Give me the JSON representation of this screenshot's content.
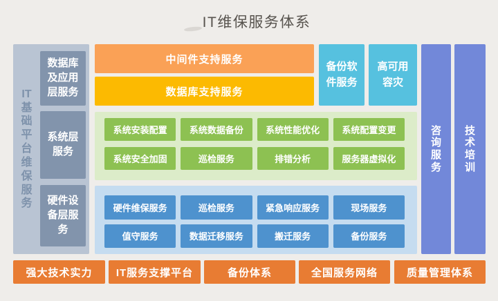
{
  "title": "IT维保服务体系",
  "sidebar": {
    "label": "IT基础平台维保服务",
    "boxes": [
      "数据库及应用层服务",
      "系统层服务",
      "硬件设备层服务"
    ]
  },
  "support_band": {
    "middleware": "中间件支持服务",
    "database": "数据库支持服务",
    "backup_software": "备份软件服务",
    "high_availability": "高可用容灾"
  },
  "system_services": [
    "系统安装配置",
    "系统数据备份",
    "系统性能优化",
    "系统配置变更",
    "系统安全加固",
    "巡检服务",
    "排错分析",
    "服务器虚拟化"
  ],
  "hardware_services": [
    "硬件维保服务",
    "巡检服务",
    "紧急响应服务",
    "现场服务",
    "值守服务",
    "数据迁移服务",
    "搬迁服务",
    "备份服务"
  ],
  "right_columns": [
    "咨询服务",
    "技术培训"
  ],
  "foundation_row": [
    "强大技术实力",
    "IT服务支撑平台",
    "备份体系",
    "全国服务网络",
    "质量管理体系"
  ],
  "colors": {
    "background": "#efedea",
    "title_text": "#57534e",
    "sidebar_panel": "#b9c4d3",
    "sidebar_box": "#8294ac",
    "sidebar_label_text": "#7e92ab",
    "middleware_orange": "#faa156",
    "database_yellow": "#fcba01",
    "cyan_box": "#56c1df",
    "green_section_bg": "#dcecc9",
    "green_box": "#8dc152",
    "blue_section_bg": "#c5dcf0",
    "blue_box": "#4e92ce",
    "purple_column": "#7288d9",
    "foundation_orange": "#e87c33",
    "box_text": "#ffffff"
  }
}
